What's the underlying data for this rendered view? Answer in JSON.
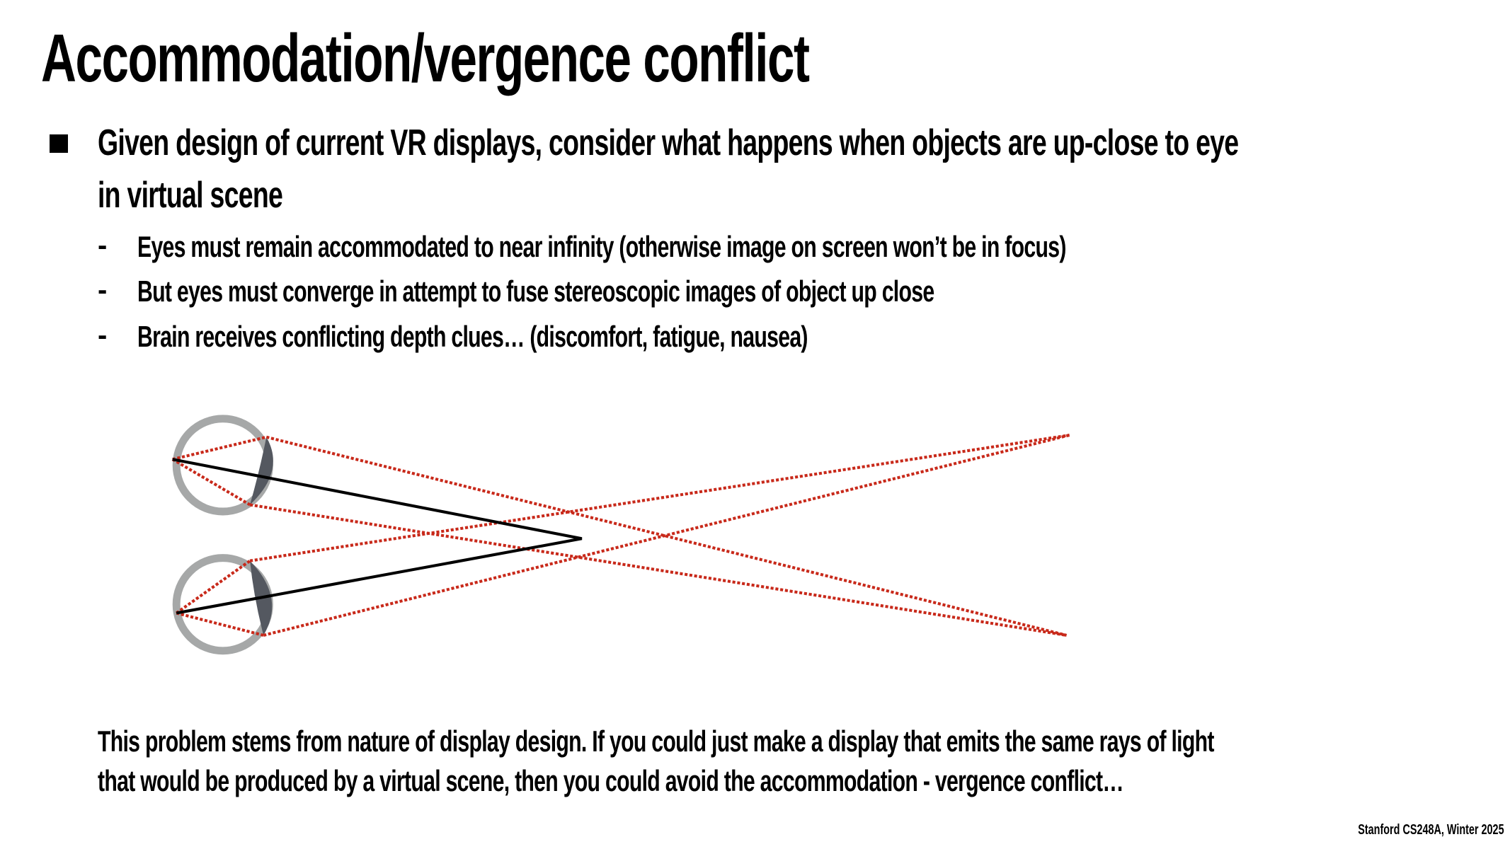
{
  "title": "Accommodation/vergence conflict",
  "bullet": {
    "line1": "Given design of current VR displays, consider what happens when objects are up-close to eye",
    "line2": "in virtual scene",
    "dash": "-",
    "subitems": [
      "Eyes must remain accommodated to near infinity (otherwise image on screen won’t be in focus)",
      "But eyes must converge in attempt to fuse stereoscopic images of object up close",
      "Brain receives conflicting depth clues… (discomfort, fatigue, nausea)"
    ]
  },
  "conclusion": {
    "line1": "This problem stems from nature of display design. If you could just make a display that emits the same rays of light",
    "line2": "that would be produced by a virtual scene, then you could avoid the accommodation - vergence conflict…"
  },
  "footer": "Stanford CS248A, Winter 2025",
  "colors": {
    "ray": "#c8291a",
    "eye": "#a6a8a8",
    "lens": "#545860",
    "sight": "#000000"
  }
}
